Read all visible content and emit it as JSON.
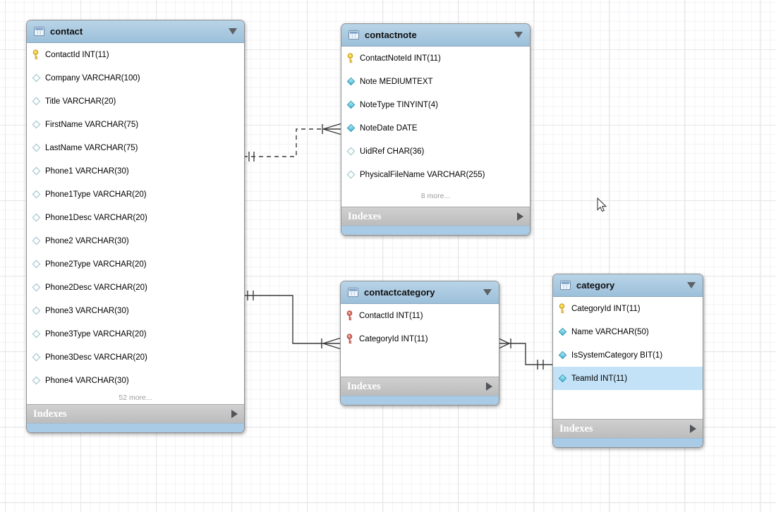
{
  "diagram": {
    "tables": [
      {
        "id": "contact",
        "name": "contact",
        "header_icon": "table-icon",
        "collapse_icon": "triangle-down-icon",
        "columns": [
          {
            "icon": "key-icon",
            "label": "ContactId INT(11)"
          },
          {
            "icon": "diamond-outline-icon",
            "label": "Company VARCHAR(100)"
          },
          {
            "icon": "diamond-outline-icon",
            "label": "Title VARCHAR(20)"
          },
          {
            "icon": "diamond-outline-icon",
            "label": "FirstName VARCHAR(75)"
          },
          {
            "icon": "diamond-outline-icon",
            "label": "LastName VARCHAR(75)"
          },
          {
            "icon": "diamond-outline-icon",
            "label": "Phone1 VARCHAR(30)"
          },
          {
            "icon": "diamond-outline-icon",
            "label": "Phone1Type VARCHAR(20)"
          },
          {
            "icon": "diamond-outline-icon",
            "label": "Phone1Desc VARCHAR(20)"
          },
          {
            "icon": "diamond-outline-icon",
            "label": "Phone2 VARCHAR(30)"
          },
          {
            "icon": "diamond-outline-icon",
            "label": "Phone2Type VARCHAR(20)"
          },
          {
            "icon": "diamond-outline-icon",
            "label": "Phone2Desc VARCHAR(20)"
          },
          {
            "icon": "diamond-outline-icon",
            "label": "Phone3 VARCHAR(30)"
          },
          {
            "icon": "diamond-outline-icon",
            "label": "Phone3Type VARCHAR(20)"
          },
          {
            "icon": "diamond-outline-icon",
            "label": "Phone3Desc VARCHAR(20)"
          },
          {
            "icon": "diamond-outline-icon",
            "label": "Phone4 VARCHAR(30)"
          }
        ],
        "more_label": "52 more...",
        "footer": {
          "label": "Indexes",
          "expand_icon": "triangle-right-icon"
        }
      },
      {
        "id": "contactnote",
        "name": "contactnote",
        "header_icon": "table-icon",
        "collapse_icon": "triangle-down-icon",
        "columns": [
          {
            "icon": "key-icon",
            "label": "ContactNoteId INT(11)"
          },
          {
            "icon": "diamond-filled-icon",
            "label": "Note MEDIUMTEXT"
          },
          {
            "icon": "diamond-filled-icon",
            "label": "NoteType TINYINT(4)"
          },
          {
            "icon": "diamond-filled-icon",
            "label": "NoteDate DATE"
          },
          {
            "icon": "diamond-outline-icon",
            "label": "UidRef CHAR(36)"
          },
          {
            "icon": "diamond-outline-icon",
            "label": "PhysicalFileName VARCHAR(255)"
          }
        ],
        "more_label": "8 more...",
        "footer": {
          "label": "Indexes",
          "expand_icon": "triangle-right-icon"
        }
      },
      {
        "id": "contactcategory",
        "name": "contactcategory",
        "header_icon": "table-icon",
        "collapse_icon": "triangle-down-icon",
        "columns": [
          {
            "icon": "key-red-icon",
            "label": "ContactId INT(11)"
          },
          {
            "icon": "key-red-icon",
            "label": "CategoryId INT(11)"
          }
        ],
        "more_label": "",
        "footer": {
          "label": "Indexes",
          "expand_icon": "triangle-right-icon"
        }
      },
      {
        "id": "category",
        "name": "category",
        "header_icon": "table-icon",
        "collapse_icon": "triangle-down-icon",
        "columns": [
          {
            "icon": "key-icon",
            "label": "CategoryId INT(11)"
          },
          {
            "icon": "diamond-filled-icon",
            "label": "Name VARCHAR(50)"
          },
          {
            "icon": "diamond-filled-icon",
            "label": "IsSystemCategory BIT(1)"
          },
          {
            "icon": "diamond-filled-icon",
            "label": "TeamId INT(11)",
            "highlighted": true
          }
        ],
        "more_label": "",
        "footer": {
          "label": "Indexes",
          "expand_icon": "triangle-right-icon"
        }
      }
    ],
    "relationships": [
      {
        "from": "contact",
        "to": "contactnote",
        "line_style": "dashed",
        "from_cardinality": "one-mandatory",
        "to_cardinality": "many"
      },
      {
        "from": "contact",
        "to": "contactcategory",
        "line_style": "solid",
        "from_cardinality": "one-mandatory",
        "to_cardinality": "many"
      },
      {
        "from": "contactcategory",
        "to": "category",
        "line_style": "solid",
        "from_cardinality": "many",
        "to_cardinality": "one-mandatory"
      }
    ],
    "colors": {
      "table_header": "#a9c9e0",
      "indexes_bar": "#c4c4c4",
      "footer_strip": "#a9cbe5",
      "row_highlight": "#c3e2f7",
      "key_primary": "#f4d03f",
      "key_foreign": "#e07b6f",
      "diamond_notnull": "#41b6d6",
      "line": "#3c3c3c"
    },
    "cursor": "arrow-pointer"
  }
}
